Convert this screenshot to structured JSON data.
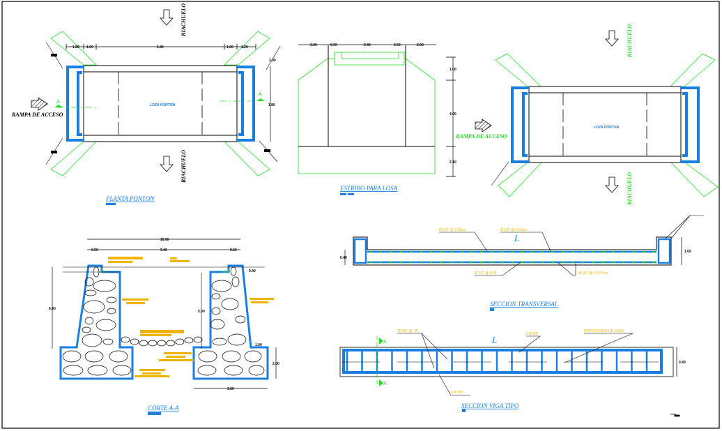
{
  "drawing": {
    "colors": {
      "structure_blue": "#1a7fe0",
      "wingwall_green": "#22dd22",
      "annotation_yellow": "#f0b400",
      "line_black": "#000000"
    },
    "planta_ponton": {
      "title": "PLANTA PONTON",
      "slab_label": "LOZA PONTON",
      "stream_label_top": "RIACHUELO",
      "stream_label_bottom": "RIACHUELO",
      "access_label": "RAMPA DE ACCESO",
      "section_marker": "A",
      "dims_top": [
        "1.20",
        "1.00",
        "6.40",
        "1.00",
        "1.20"
      ],
      "dim_right": "1.80",
      "dim_wing": "3.00"
    },
    "estribo_para_losa": {
      "title": "ESTRIBO PARA LOSA",
      "dims_top": [
        "2.00",
        "0.50",
        "3.40",
        "0.50",
        "2.00"
      ],
      "dims_right": [
        "1.00",
        "4.00",
        "2.10"
      ]
    },
    "planta_ponton_2": {
      "slab_label": "LOZA PONTON",
      "stream_label_top": "RIACHUELO",
      "stream_label_bottom": "RIACHUELO",
      "access_label": "RAMPA DE ACCESO"
    },
    "corte_a_a": {
      "title": "CORTE A-A",
      "dim_total": "10.00",
      "dims_top": [
        "0.50",
        "9.40",
        "0.50"
      ],
      "dim_left": "6.40",
      "dim_inner": "5.00",
      "dim_right_top": "0.40",
      "dim_step": "1.00",
      "dim_footing_h": "2.00",
      "dim_footing_w": "3.00"
    },
    "seccion_transversal": {
      "title": "SECCION TRANSVERSAL",
      "span_label": "L",
      "rebar_labels": [
        "Ø 1/2\" @ 0.20cm",
        "Ø 1/2\" @ 0.20cm",
        "Ø 1/2\" @ 0.15",
        "Ø 1/2\" @ 0.175 cm."
      ],
      "dim_left": "0.40",
      "dim_right": "1.00"
    },
    "seccion_viga_tipo": {
      "title": "SECCION VIGA TIPO",
      "span_label": "L",
      "section_marker": "A",
      "rebar_labels": [
        "Ø 3/8\" @ .25",
        "2 Ø 3/8\"",
        "PROYECCION DE LOSA",
        "2 Ø 3/8\""
      ],
      "dim_right": "0.40"
    }
  }
}
